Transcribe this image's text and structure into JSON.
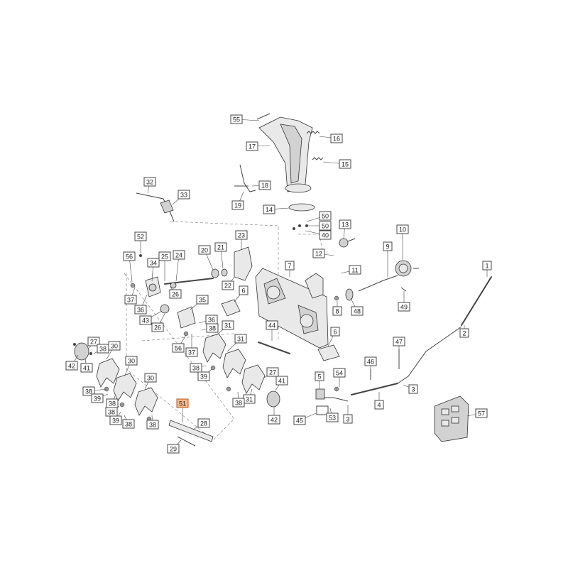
{
  "highlight_color": "#f6b98a",
  "callouts": [
    {
      "id": "c55",
      "label": "55"
    },
    {
      "id": "c16",
      "label": "16"
    },
    {
      "id": "c17",
      "label": "17"
    },
    {
      "id": "c15",
      "label": "15"
    },
    {
      "id": "c18",
      "label": "18"
    },
    {
      "id": "c19",
      "label": "19"
    },
    {
      "id": "c14",
      "label": "14"
    },
    {
      "id": "c50a",
      "label": "50"
    },
    {
      "id": "c50b",
      "label": "50"
    },
    {
      "id": "c40",
      "label": "40"
    },
    {
      "id": "c13",
      "label": "13"
    },
    {
      "id": "c10",
      "label": "10"
    },
    {
      "id": "c32",
      "label": "32"
    },
    {
      "id": "c33",
      "label": "33"
    },
    {
      "id": "c52",
      "label": "52"
    },
    {
      "id": "c23",
      "label": "23"
    },
    {
      "id": "c20",
      "label": "20"
    },
    {
      "id": "c21",
      "label": "21"
    },
    {
      "id": "c56a",
      "label": "56"
    },
    {
      "id": "c34",
      "label": "34"
    },
    {
      "id": "c25",
      "label": "25"
    },
    {
      "id": "c24",
      "label": "24"
    },
    {
      "id": "c12",
      "label": "12"
    },
    {
      "id": "c9",
      "label": "9"
    },
    {
      "id": "c7",
      "label": "7"
    },
    {
      "id": "c11",
      "label": "11"
    },
    {
      "id": "c1",
      "label": "1"
    },
    {
      "id": "c22",
      "label": "22"
    },
    {
      "id": "c6a",
      "label": "6"
    },
    {
      "id": "c37a",
      "label": "37"
    },
    {
      "id": "c36a",
      "label": "36"
    },
    {
      "id": "c26a",
      "label": "26"
    },
    {
      "id": "c35",
      "label": "35"
    },
    {
      "id": "c8",
      "label": "8"
    },
    {
      "id": "c48",
      "label": "48"
    },
    {
      "id": "c49",
      "label": "49"
    },
    {
      "id": "c43",
      "label": "43"
    },
    {
      "id": "c26b",
      "label": "26"
    },
    {
      "id": "c36b",
      "label": "36"
    },
    {
      "id": "c38a",
      "label": "38"
    },
    {
      "id": "c31a",
      "label": "31"
    },
    {
      "id": "c44",
      "label": "44"
    },
    {
      "id": "c6b",
      "label": "6"
    },
    {
      "id": "c2",
      "label": "2"
    },
    {
      "id": "c27a",
      "label": "27"
    },
    {
      "id": "c38b",
      "label": "38"
    },
    {
      "id": "c30a",
      "label": "30"
    },
    {
      "id": "c56b",
      "label": "56"
    },
    {
      "id": "c37b",
      "label": "37"
    },
    {
      "id": "c31b",
      "label": "31"
    },
    {
      "id": "c42a",
      "label": "42"
    },
    {
      "id": "c41a",
      "label": "41"
    },
    {
      "id": "c47",
      "label": "47"
    },
    {
      "id": "c30b",
      "label": "30"
    },
    {
      "id": "c38c",
      "label": "38"
    },
    {
      "id": "c39a",
      "label": "39"
    },
    {
      "id": "c46",
      "label": "46"
    },
    {
      "id": "c30c",
      "label": "30"
    },
    {
      "id": "c27b",
      "label": "27"
    },
    {
      "id": "c54",
      "label": "54"
    },
    {
      "id": "c5",
      "label": "5"
    },
    {
      "id": "c41b",
      "label": "41"
    },
    {
      "id": "c3a",
      "label": "3"
    },
    {
      "id": "c38d",
      "label": "38"
    },
    {
      "id": "c39b",
      "label": "39"
    },
    {
      "id": "c38e",
      "label": "38"
    },
    {
      "id": "c31c",
      "label": "31"
    },
    {
      "id": "c38f",
      "label": "38"
    },
    {
      "id": "c51",
      "label": "51",
      "highlight": true
    },
    {
      "id": "c38g",
      "label": "38"
    },
    {
      "id": "c39c",
      "label": "39"
    },
    {
      "id": "c38h",
      "label": "38"
    },
    {
      "id": "c38i",
      "label": "38"
    },
    {
      "id": "c42b",
      "label": "42"
    },
    {
      "id": "c53",
      "label": "53"
    },
    {
      "id": "c3b",
      "label": "3"
    },
    {
      "id": "c4",
      "label": "4"
    },
    {
      "id": "c57",
      "label": "57"
    },
    {
      "id": "c45",
      "label": "45"
    },
    {
      "id": "c28",
      "label": "28"
    },
    {
      "id": "c29",
      "label": "29"
    }
  ]
}
